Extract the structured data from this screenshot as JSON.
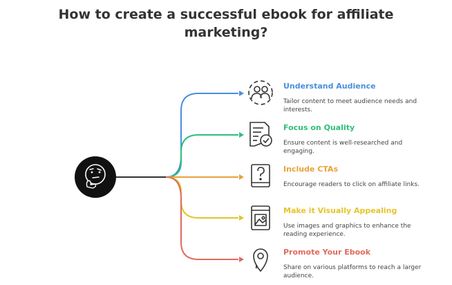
{
  "title": {
    "line1": "How to create a successful ebook for affiliate",
    "line2": "marketing?"
  },
  "center_icon": "thinking-face-icon",
  "items": [
    {
      "title": "Understand Audience",
      "description": "Tailor content to meet audience needs and interests.",
      "color": "#4a90d9",
      "icon": "people-icon"
    },
    {
      "title": "Focus on Quality",
      "description": "Ensure content is well-researched and engaging.",
      "color": "#2dbf7a",
      "icon": "document-check-icon"
    },
    {
      "title": "Include CTAs",
      "description": "Encourage readers to click on affiliate links.",
      "color": "#e8a23a",
      "icon": "question-book-icon"
    },
    {
      "title": "Make it Visually Appealing",
      "description": "Use images and graphics to enhance the reading experience.",
      "color": "#e6c42a",
      "icon": "picture-book-icon"
    },
    {
      "title": "Promote Your Ebook",
      "description": "Share on various platforms to reach a larger audience.",
      "color": "#e06a5e",
      "icon": "location-pin-icon"
    }
  ]
}
